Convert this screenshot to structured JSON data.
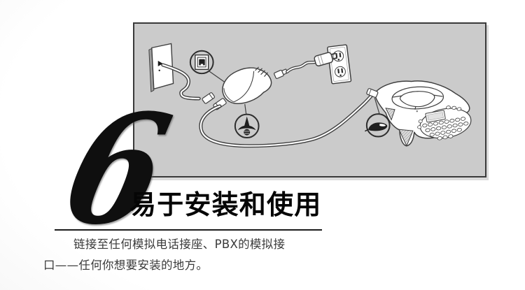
{
  "step": {
    "number": "6"
  },
  "heading": {
    "title": "易于安装和使用"
  },
  "paragraph": {
    "line1": "链接至任何模拟电话接座、PBX的模拟接",
    "line2": "口——任何你想要安装的地方。"
  },
  "diagram": {
    "description_items": [
      "wall-phone-jack-plate",
      "phone-jack-icon",
      "power-adapter",
      "power-plug-icon",
      "power-outlet",
      "power-cord-plug",
      "telephone-cable",
      "conference-phone",
      "cable-connector-icon"
    ],
    "background": "#cbcbcb",
    "border_color": "#3a3a3a",
    "line_color": "#3f3f3f"
  },
  "colors": {
    "numeral": "#0f0f0f",
    "heading_text": "#050505",
    "paragraph_text": "#3a3a3a",
    "divider": "#1c1c1c",
    "page_bg_center": "#ffffff",
    "page_bg_edge": "#ececec"
  }
}
